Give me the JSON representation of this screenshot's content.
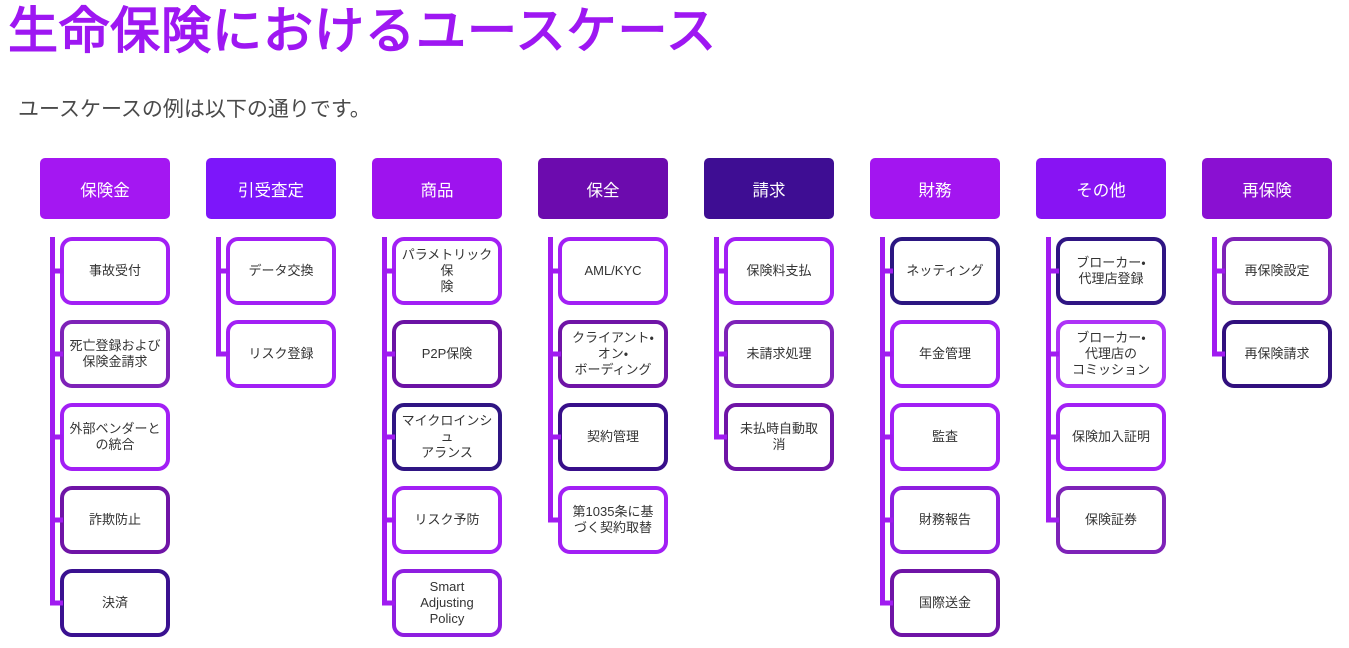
{
  "page": {
    "title": "生命保険におけるユースケース",
    "subtitle": "ユースケースの例は以下の通りです。",
    "title_color": "#9E17F2",
    "subtitle_color": "#4A4A4A",
    "background_color": "#FFFFFF"
  },
  "diagram": {
    "connector_color": "#A01BF0",
    "header_text_color": "#FFFFFF",
    "box_text_color": "#333333",
    "columns": [
      {
        "label": "保険金",
        "header_color": "#A417F2",
        "items": [
          {
            "label": "事故受付",
            "border_color": "#A21FF5"
          },
          {
            "label": "死亡登録および\n保険金請求",
            "border_color": "#7E22B8"
          },
          {
            "label": "外部ベンダーと\nの統合",
            "border_color": "#A21FF5"
          },
          {
            "label": "詐欺防止",
            "border_color": "#6F14A6"
          },
          {
            "label": "決済",
            "border_color": "#3A1190"
          }
        ]
      },
      {
        "label": "引受査定",
        "header_color": "#7D16FA",
        "items": [
          {
            "label": "データ交換",
            "border_color": "#A21FF5"
          },
          {
            "label": "リスク登録",
            "border_color": "#A21FF5"
          }
        ]
      },
      {
        "label": "商品",
        "header_color": "#9E13EE",
        "items": [
          {
            "label": "パラメトリック保\n険",
            "border_color": "#A21FF5"
          },
          {
            "label": "P2P保険",
            "border_color": "#6B12A4"
          },
          {
            "label": "マイクロインシュ\nアランス",
            "border_color": "#2F1583"
          },
          {
            "label": "リスク予防",
            "border_color": "#A21FF5"
          },
          {
            "label": "Smart\nAdjusting\nPolicy",
            "border_color": "#8E1EE0"
          }
        ]
      },
      {
        "label": "保全",
        "header_color": "#6C0BAE",
        "items": [
          {
            "label": "AML/KYC",
            "border_color": "#A21FF5"
          },
          {
            "label": "クライアント・\nオン・\nボーディング",
            "border_color": "#6F14A6"
          },
          {
            "label": "契約管理",
            "border_color": "#380F8A"
          },
          {
            "label": "第1035条に基\nづく契約取替",
            "border_color": "#A21FF5"
          }
        ]
      },
      {
        "label": "請求",
        "header_color": "#3E0D93",
        "items": [
          {
            "label": "保険料支払",
            "border_color": "#A21FF5"
          },
          {
            "label": "未請求処理",
            "border_color": "#7E22B8"
          },
          {
            "label": "未払時自動取\n消",
            "border_color": "#6F14A6"
          }
        ]
      },
      {
        "label": "財務",
        "header_color": "#A315F0",
        "items": [
          {
            "label": "ネッティング",
            "border_color": "#2B1681"
          },
          {
            "label": "年金管理",
            "border_color": "#A21FF5"
          },
          {
            "label": "監査",
            "border_color": "#A21FF5"
          },
          {
            "label": "財務報告",
            "border_color": "#8E1EE0"
          },
          {
            "label": "国際送金",
            "border_color": "#6F14A6"
          }
        ]
      },
      {
        "label": "その他",
        "header_color": "#8813F3",
        "items": [
          {
            "label": "ブローカー・\n代理店登録",
            "border_color": "#2F1583"
          },
          {
            "label": "ブローカー・\n代理店の\nコミッション",
            "border_color": "#AE32F7"
          },
          {
            "label": "保険加入証明",
            "border_color": "#A21FF5"
          },
          {
            "label": "保険証券",
            "border_color": "#7E22B8"
          }
        ]
      },
      {
        "label": "再保険",
        "header_color": "#8A10D2",
        "items": [
          {
            "label": "再保険設定",
            "border_color": "#7E22B8"
          },
          {
            "label": "再保険請求",
            "border_color": "#31107E"
          }
        ]
      }
    ]
  }
}
